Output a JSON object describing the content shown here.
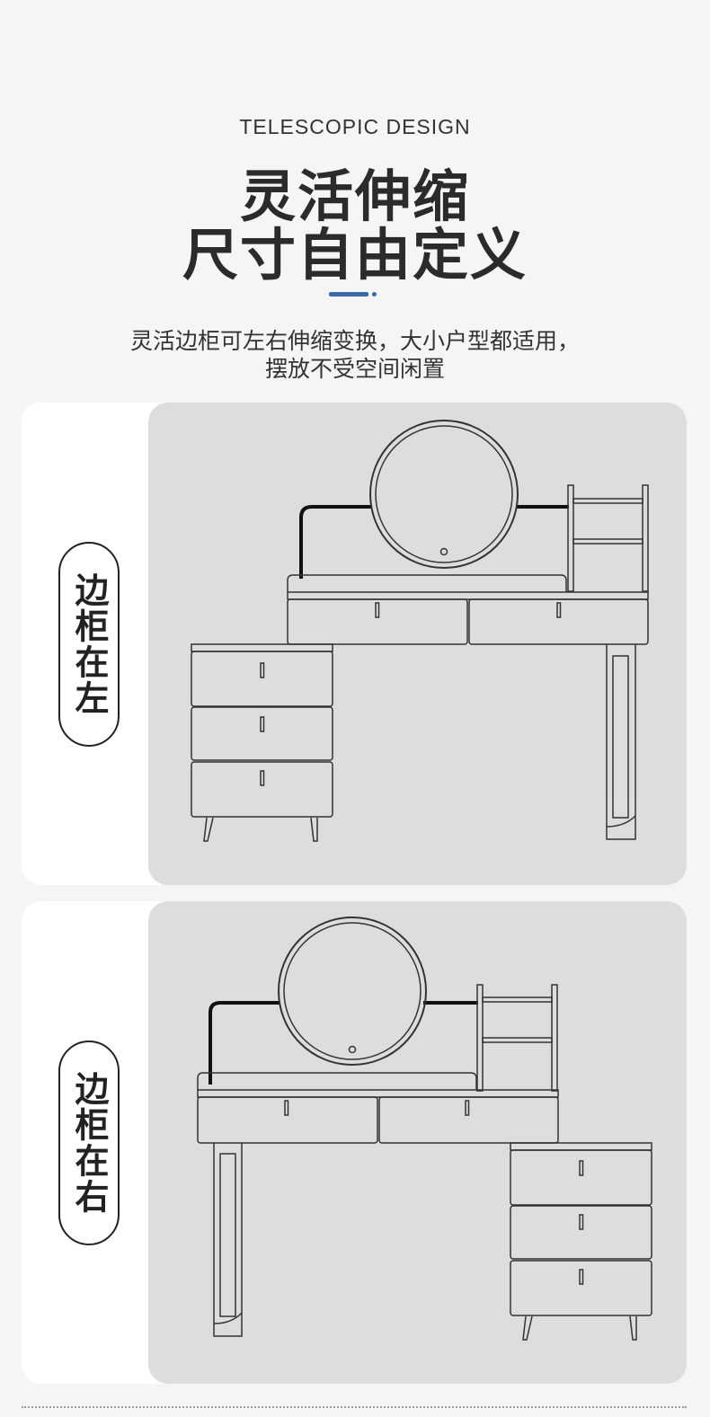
{
  "header": {
    "subtitle_en": "TELESCOPIC DESIGN",
    "title_line1": "灵活伸缩",
    "title_line2": "尺寸自由定义",
    "description_line1": "灵活边柜可左右伸缩变换，大小户型都适用，",
    "description_line2": "摆放不受空间闲置"
  },
  "panels": [
    {
      "label": "边柜在左",
      "illustration": "vanity-side-cabinet-left"
    },
    {
      "label": "边柜在右",
      "illustration": "vanity-side-cabinet-right"
    }
  ],
  "colors": {
    "accent": "#3a6aa8",
    "panel_background": "#dddddd",
    "line_art": "#333333"
  }
}
